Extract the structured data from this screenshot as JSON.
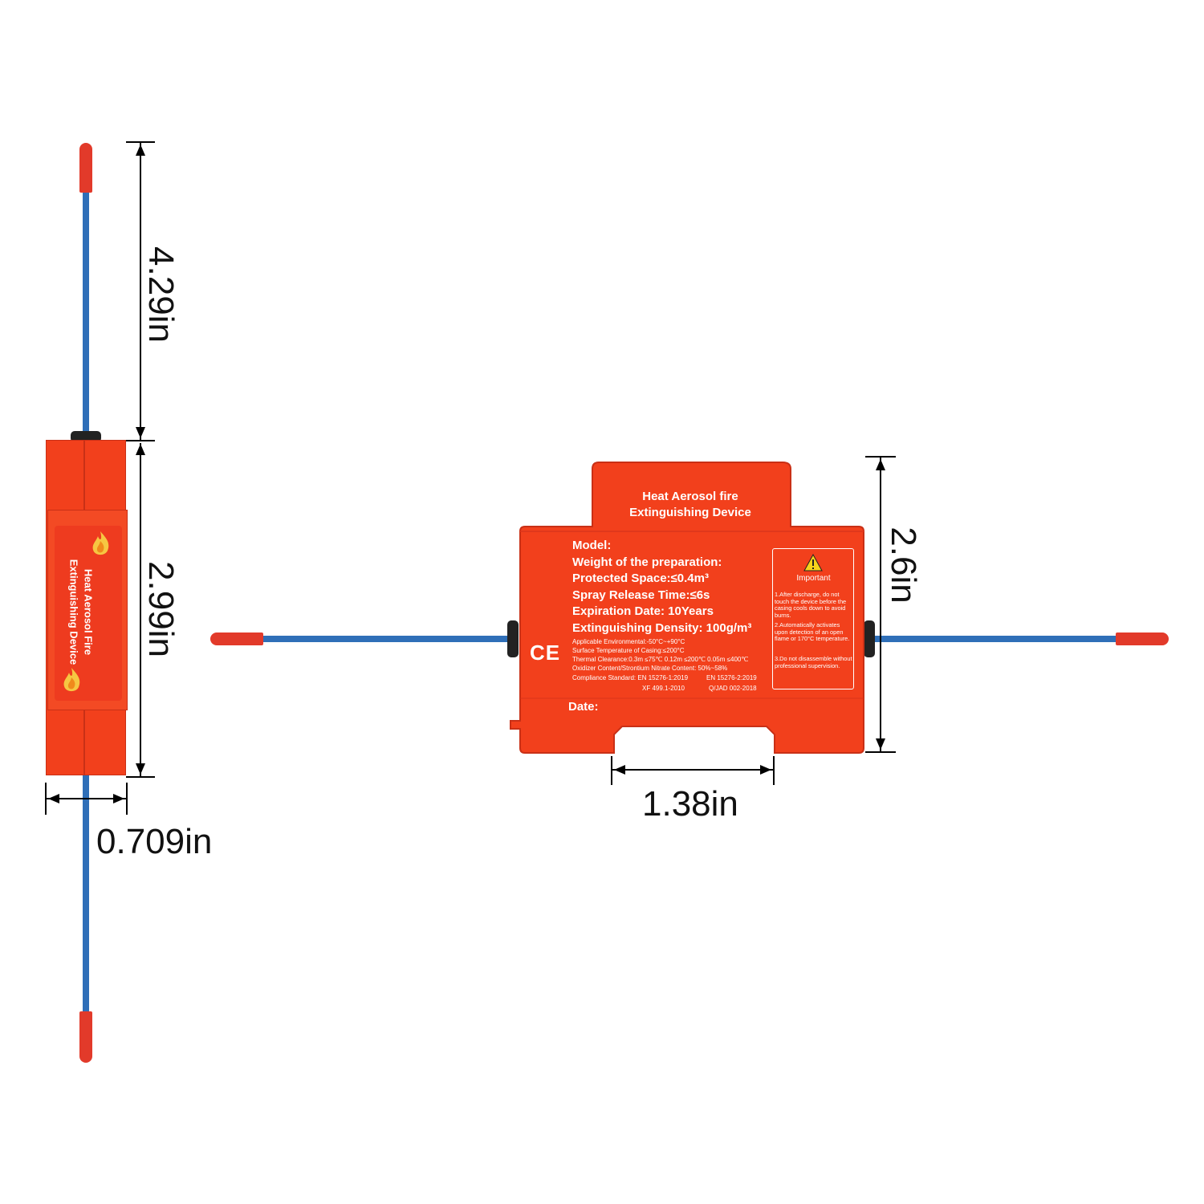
{
  "dimensions": {
    "wire_length": "4.29in",
    "side_height": "2.99in",
    "side_width": "0.709in",
    "front_height": "2.6in",
    "rail_width": "1.38in"
  },
  "side_label": {
    "line1": "Heat Aerosol Fire",
    "line2": "Extinguishing Device"
  },
  "front_label": {
    "title_line1": "Heat Aerosol fire",
    "title_line2": "Extinguishing Device",
    "model": "Model:",
    "weight": "Weight of the preparation:",
    "protected_space": "Protected Space:≤0.4m³",
    "spray_time": "Spray Release Time:≤6s",
    "expiration": "Expiration Date: 10Years",
    "density": "Extinguishing Density: 100g/m³",
    "environment": "Applicable Environmental:-50°C~+90°C",
    "surface_temp": "Surface Temperature of Casing:≤200°C",
    "clearance": "Thermal Clearance:0.3m ≤75℃ 0.12m ≤200℃ 0.05m ≤400℃",
    "oxidizer": "Oxidizer Content/Strontium Nitrate Content: 50%~58%",
    "compliance": "Compliance Standard: EN 15276-1:2019",
    "compliance2": "EN 15276-2:2019",
    "std1": "XF 499.1-2010",
    "std2": "Q/JAD 002-2018",
    "date": "Date:",
    "ce": "CE",
    "important_title": "Important",
    "important_1": "1.After discharge, do not touch the device before the casing cools down to avoid burns.",
    "important_2": "2.Automatically activates upon detection of an open flame or 170°C temperature.",
    "important_3": "3.Do not disassemble without professional supervision."
  },
  "colors": {
    "body": "#f2401c",
    "body_dark": "#d9331a",
    "wire": "#2f6fb8",
    "cap": "#e23a2a"
  }
}
